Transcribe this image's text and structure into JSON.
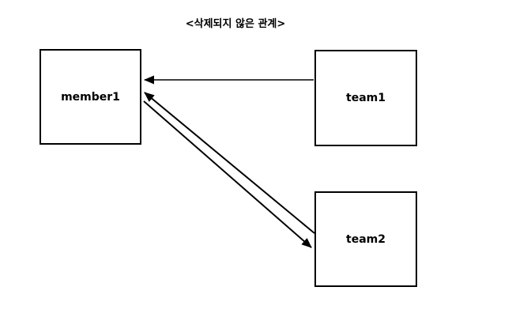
{
  "diagram": {
    "title": "<삭제되지 않은 관계>",
    "nodes": [
      {
        "id": "member1",
        "label": "member1"
      },
      {
        "id": "team1",
        "label": "team1"
      },
      {
        "id": "team2",
        "label": "team2"
      }
    ],
    "edges": [
      {
        "from": "team1",
        "to": "member1",
        "style": "single-arrow",
        "description": "team1 points to member1"
      },
      {
        "from": "team2",
        "to": "member1",
        "style": "single-arrow",
        "description": "upper diagonal line, arrowhead at member1"
      },
      {
        "from": "member1",
        "to": "team2",
        "style": "single-arrow",
        "description": "lower diagonal line, arrowhead at team2"
      }
    ],
    "colors": {
      "background": "#ffffff",
      "line": "#000000",
      "text": "#000000"
    }
  }
}
